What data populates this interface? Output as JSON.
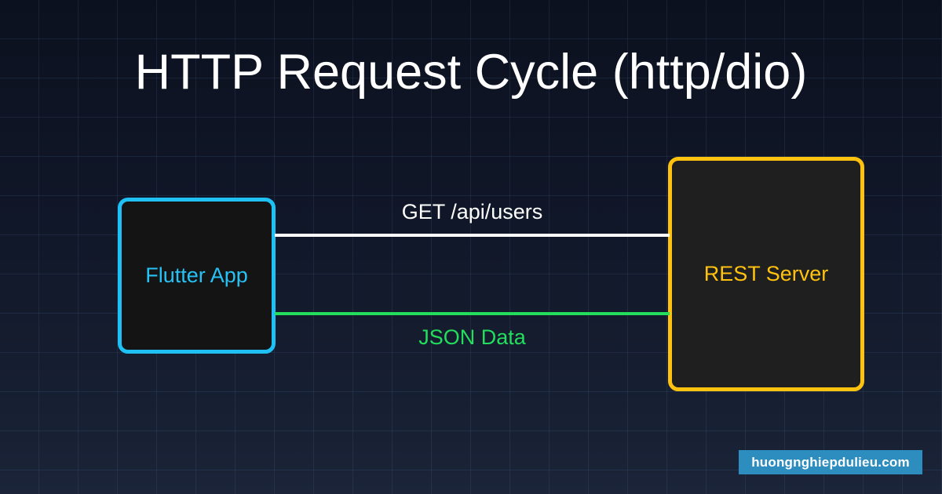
{
  "diagram": {
    "title": "HTTP Request Cycle (http/dio)",
    "background_color": "#0c111f",
    "grid_color": "#1e2d42",
    "nodes": [
      {
        "id": "client",
        "label": "Flutter App",
        "border_color": "#1fc0f4",
        "text_color": "#27c2f5",
        "fill_color": "#141414"
      },
      {
        "id": "server",
        "label": "REST Server",
        "border_color": "#ffc20e",
        "text_color": "#ffc20e",
        "fill_color": "#1f1f1f"
      }
    ],
    "edges": [
      {
        "id": "request",
        "label": "GET /api/users",
        "color": "#ffffff",
        "from": "client",
        "to": "server"
      },
      {
        "id": "response",
        "label": "JSON Data",
        "color": "#23dd5c",
        "from": "server",
        "to": "client"
      }
    ]
  },
  "watermark": {
    "text": "huongnghiepdulieu.com",
    "background_color": "#2d8dbe",
    "text_color": "#ffffff"
  }
}
